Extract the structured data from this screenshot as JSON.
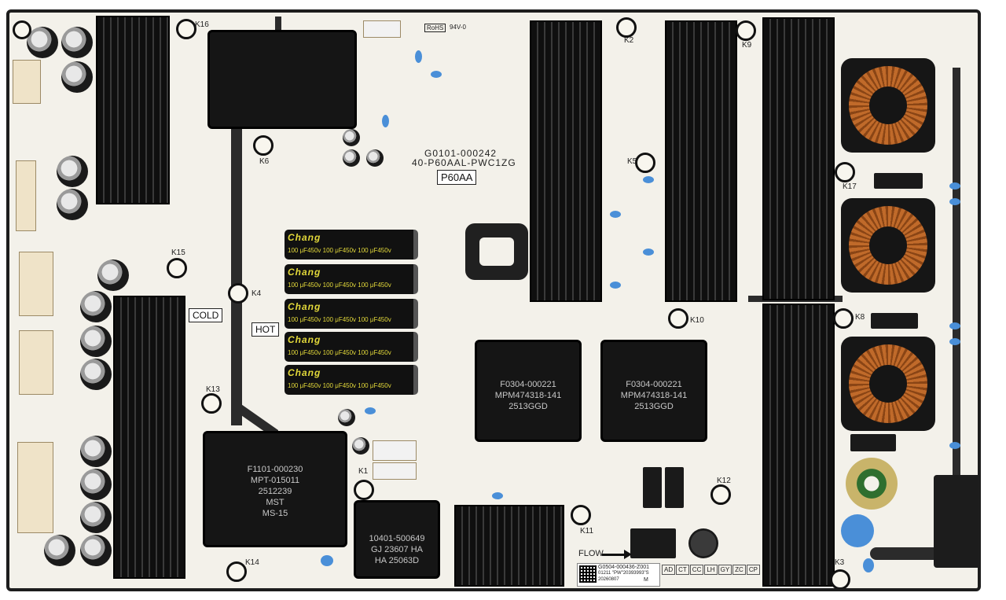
{
  "board": {
    "part_number": "G0101-000242",
    "model": "40-P60AAL-PWC1ZG",
    "model_box": "P60AA",
    "cold_label": "COLD",
    "hot_label": "HOT",
    "flow_label": "FLOW",
    "barcode_label": "G0504-000436-Z001",
    "barcode_sub": "01211 \"PW\"20393993\"S",
    "barcode_date": "20260807",
    "barcode_m": "M",
    "check_boxes": [
      "AD",
      "CT",
      "CC",
      "LH",
      "GY",
      "ZC",
      "CP"
    ],
    "rohs": "RoHS",
    "pcb_code": "94V-0"
  },
  "holes": [
    "K1",
    "K2",
    "K3",
    "K4",
    "K5",
    "K6",
    "K8",
    "K9",
    "K10",
    "K11",
    "K12",
    "K13",
    "K14",
    "K15",
    "K16",
    "K17"
  ],
  "capacitors": {
    "brand": "Chang",
    "rating": "100 μF450v 100 μF450v 100 μF450v"
  },
  "transformers": {
    "main_code": "F0304-000221",
    "main_model": "MPM474318-141",
    "main_lot": "2513GGD",
    "standby_code": "F1101-000230",
    "standby_sub": "MPT-015011",
    "standby_lot": "2512239",
    "standby_mst": "MST",
    "standby_ms": "MS-15",
    "pfc_code": "10401-500649",
    "pfc_sub": "GJ 23607 HA",
    "pfc_lot": "HA 25063D"
  },
  "colors": {
    "board": "#f3f1ea",
    "solder_mask": "#2b2b2b",
    "copper": "#c06a2a",
    "cap_yellow": "#e3d93a",
    "blue_cap": "#4a8fd8"
  }
}
